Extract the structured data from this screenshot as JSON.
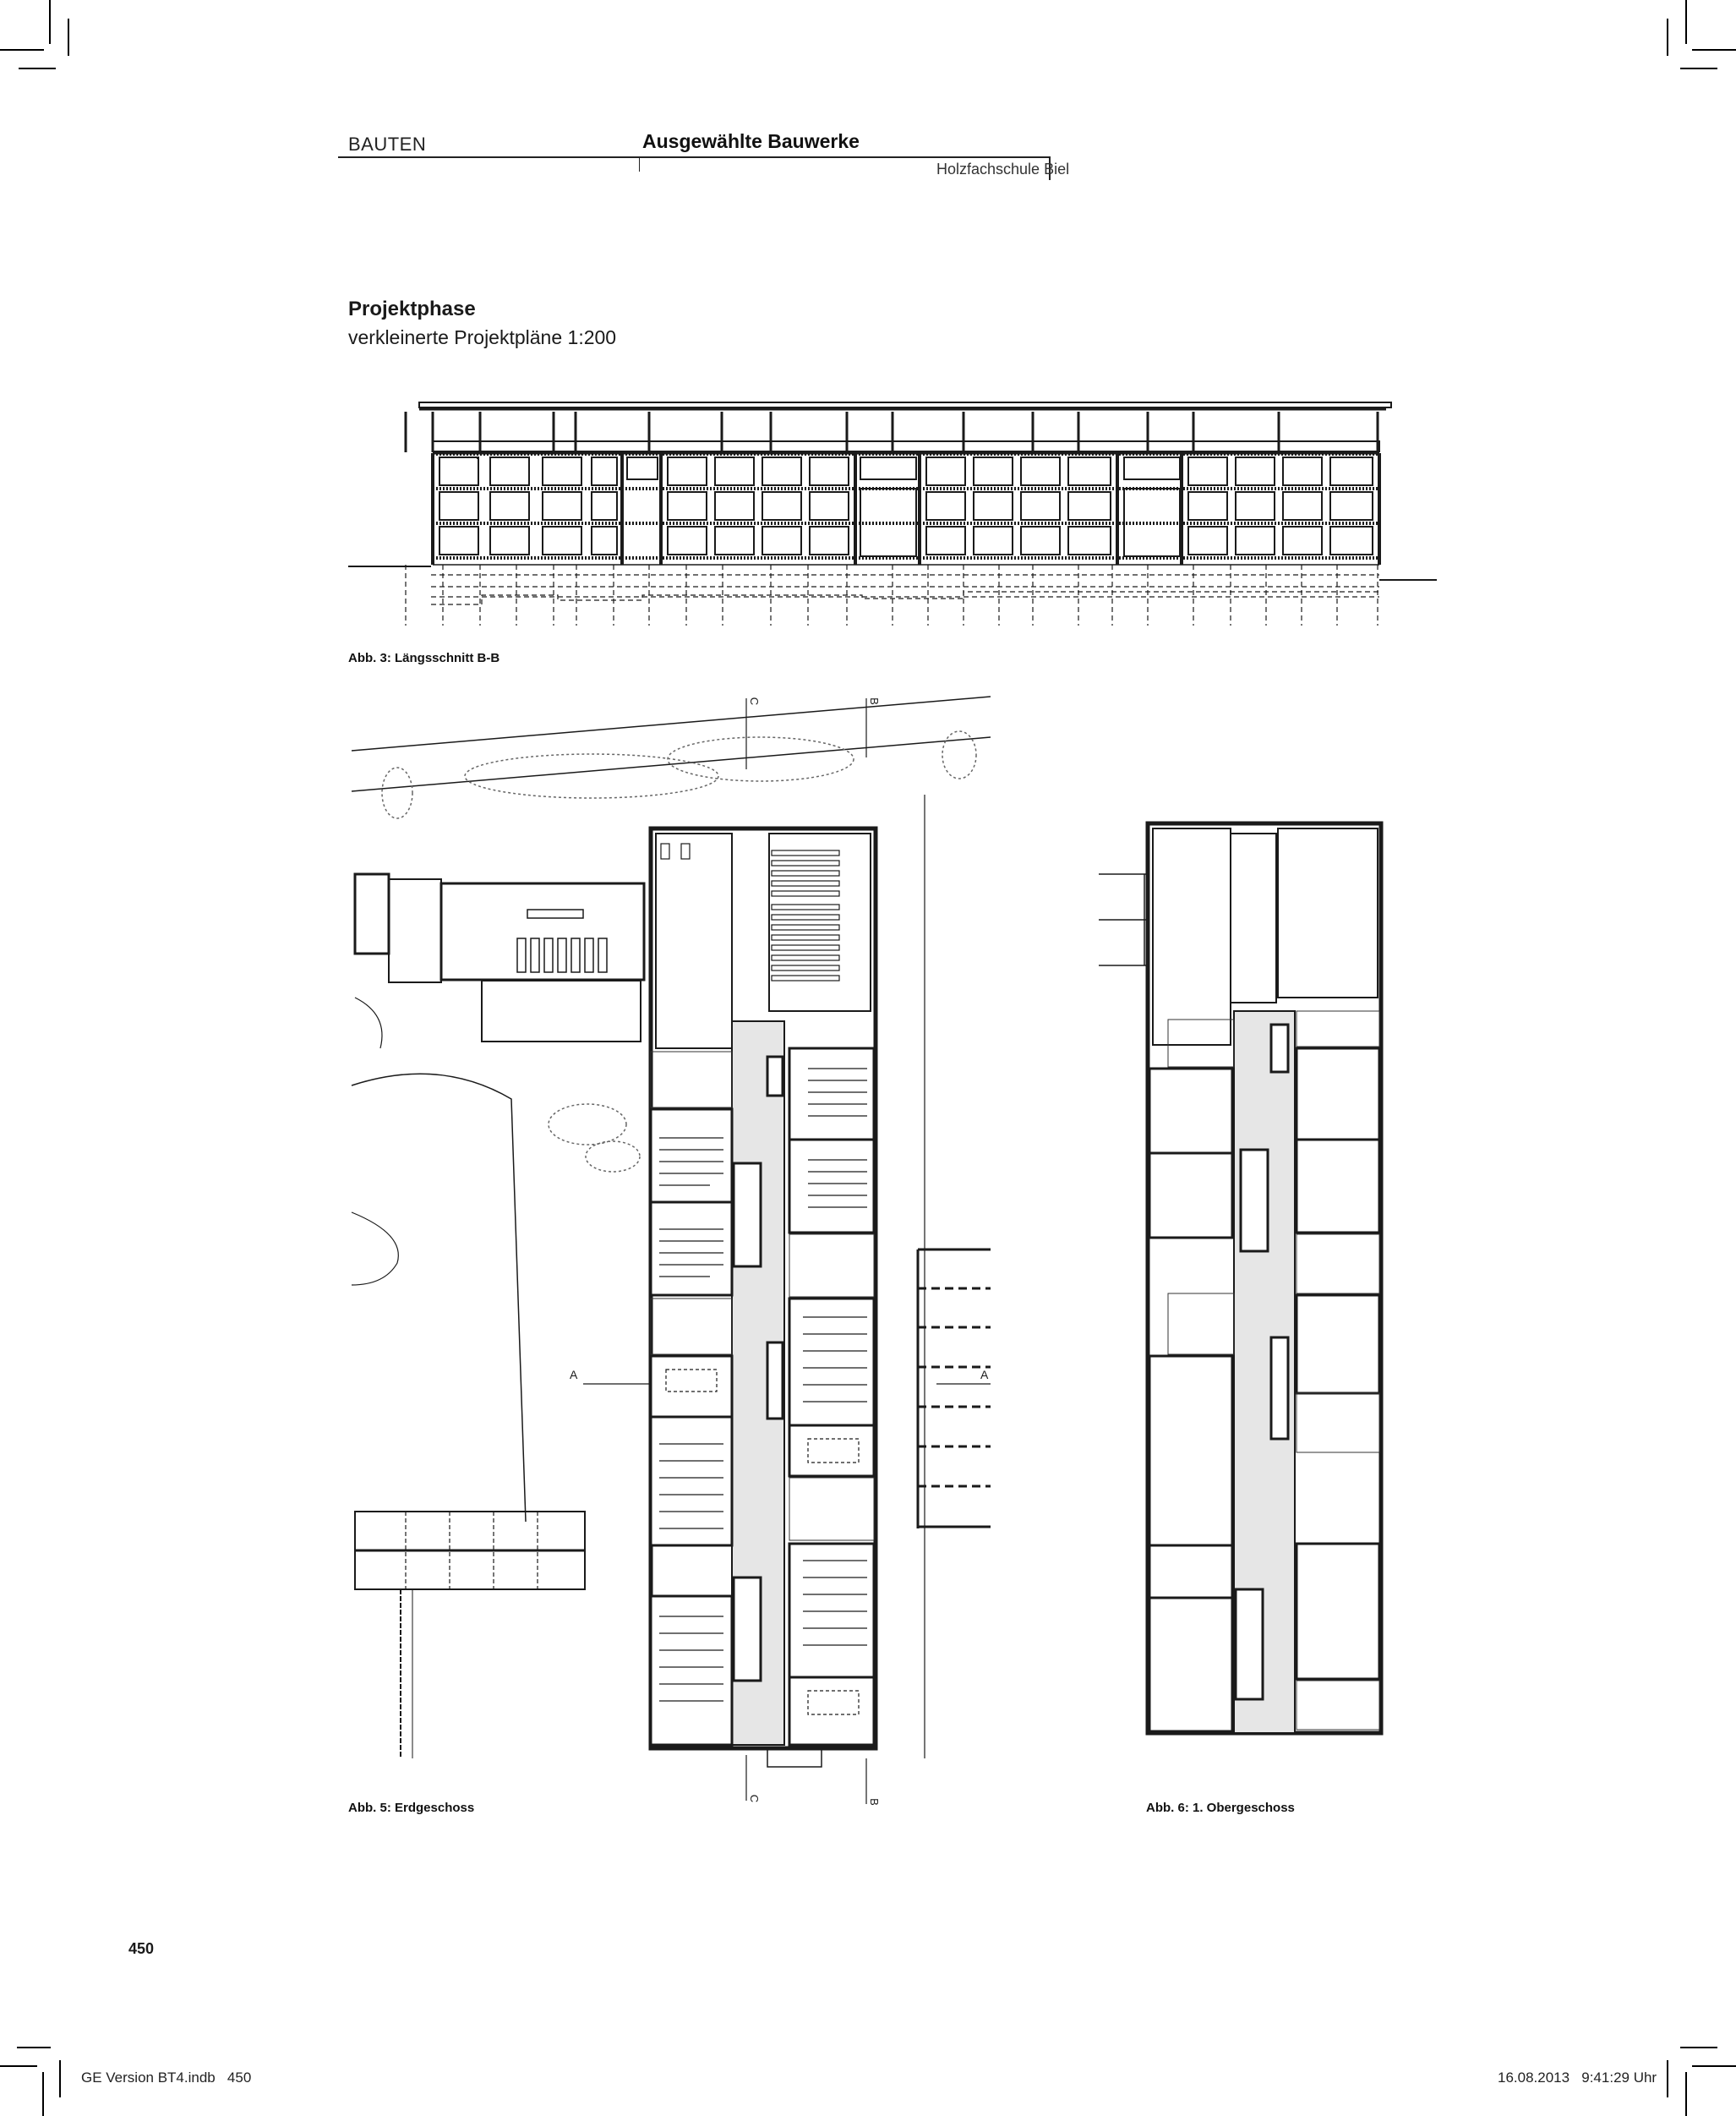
{
  "header": {
    "section": "BAUTEN",
    "chapter": "Ausgewählte Bauwerke",
    "subject": "Holzfachschule Biel"
  },
  "content": {
    "title": "Projektphase",
    "subtitle": "verkleinerte Projektpläne 1:200"
  },
  "figures": [
    {
      "id": "abb3",
      "caption": "Abb. 3: Längsschnitt B-B",
      "type": "longitudinal-section"
    },
    {
      "id": "abb5",
      "caption": "Abb. 5: Erdgeschoss",
      "type": "floor-plan-ground"
    },
    {
      "id": "abb6",
      "caption": "Abb. 6: 1. Obergeschoss",
      "type": "floor-plan-first-floor"
    }
  ],
  "section_markers": {
    "a": "A",
    "b": "B",
    "c": "C"
  },
  "footer": {
    "page_number": "450",
    "file_slug": "GE Version BT4.indb   450",
    "timestamp": "16.08.2013   9:41:29 Uhr"
  },
  "colors": {
    "ink": "#1a1a1a",
    "corridor_fill": "#e6e6e6",
    "tree_gray": "#666666"
  }
}
